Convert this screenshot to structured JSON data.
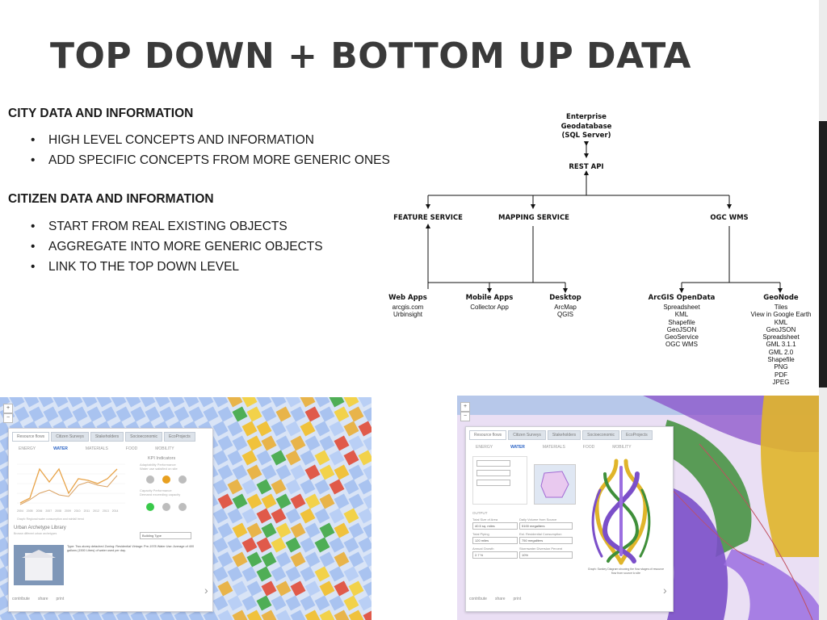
{
  "slide": {
    "title": "TOP DOWN + BOTTOM UP DATA"
  },
  "sections": [
    {
      "heading": "CITY DATA AND INFORMATION",
      "bullets": [
        "HIGH LEVEL CONCEPTS AND INFORMATION",
        "ADD SPECIFIC CONCEPTS FROM MORE GENERIC ONES"
      ]
    },
    {
      "heading": "CITIZEN DATA AND INFORMATION",
      "bullets": [
        "START FROM REAL EXISTING OBJECTS",
        "AGGREGATE INTO MORE GENERIC OBJECTS",
        "LINK TO THE TOP DOWN LEVEL"
      ]
    }
  ],
  "bullet_glyph": "•",
  "diagram": {
    "root": [
      "Enterprise",
      "Geodatabase",
      "(SQL Server)"
    ],
    "api": "REST API",
    "services": {
      "feature": "FEATURE SERVICE",
      "mapping": "MAPPING SERVICE",
      "ogc": "OGC WMS"
    },
    "leaves": {
      "web": {
        "title": "Web Apps",
        "items": [
          "arcgis.com",
          "Urbinsight"
        ]
      },
      "mobile": {
        "title": "Mobile Apps",
        "items": [
          "Collector App"
        ]
      },
      "desktop": {
        "title": "Desktop",
        "items": [
          "ArcMap",
          "QGIS"
        ]
      },
      "opendata": {
        "title": "ArcGIS OpenData",
        "items": [
          "Spreadsheet",
          "KML",
          "Shapefile",
          "GeoJSON",
          "GeoService",
          "OGC WMS"
        ]
      },
      "geonode": {
        "title": "GeoNode",
        "items": [
          "Tiles",
          "View in Google Earth",
          "KML",
          "GeoJSON",
          "Spreadsheet",
          "GML 3.1.1",
          "GML 2.0",
          "Shapefile",
          "PNG",
          "PDF",
          "JPEG"
        ]
      }
    }
  },
  "screenshots": {
    "left": {
      "tabs": [
        "Resource flows",
        "Citizen Surveys",
        "Stakeholders",
        "Socioeconomic",
        "EcoProjects"
      ],
      "subtabs": [
        "ENERGY",
        "WATER",
        "MATERIALS",
        "FOOD",
        "MOBILITY"
      ],
      "active_subtab": "WATER",
      "kpi_title": "KPI Indicators",
      "kpi_line1": "Adaptability Performance",
      "kpi_line2": "Water use satisfied on site",
      "kpi_line3": "Capacity Performance",
      "kpi_line4": "Demand exceeding capacity",
      "chart_years": [
        "2004",
        "2005",
        "2006",
        "2007",
        "2008",
        "2009",
        "2010",
        "2011",
        "2012",
        "2013",
        "2014"
      ],
      "chart_caption": "Graph: Regional water consumption and rainfall trend",
      "library_title": "Urban Archetype Library",
      "library_sub": "Browse different urban archetypes",
      "building_select": "Building Type",
      "detail_text": "Type: Two-storey detached  Zoning: Residential  Vintage: Pre-1978  Water Use: Average of 400 gallons (1500 Litres) of water used per day.",
      "footer": [
        "contribute",
        "share",
        "print"
      ],
      "zoom": [
        "+",
        "−"
      ]
    },
    "right": {
      "tabs": [
        "Resource flows",
        "Citizen Surveys",
        "Stakeholders",
        "Socioeconomic",
        "EcoProjects"
      ],
      "subtabs": [
        "ENERGY",
        "WATER",
        "MATERIALS",
        "FOOD",
        "MOBILITY"
      ],
      "active_subtab": "WATER",
      "output_label": "OUTPUT",
      "fields": [
        {
          "label": "Total Size of Area",
          "value": "40.5 sq. miles"
        },
        {
          "label": "Daily Volume from Source",
          "value": "5100 megaliters"
        },
        {
          "label": "Total Piping",
          "value": "120 miles"
        },
        {
          "label": "Est. Residential Consumption",
          "value": "750 megaliters"
        },
        {
          "label": "Annual Growth",
          "value": "2.7 %"
        },
        {
          "label": "Stormwater Diversion Percent",
          "value": "10%"
        }
      ],
      "sankey_caption": "Graph: Sankey Diagram showing the flow stages of resource flow from source to site",
      "footer": [
        "contribute",
        "share",
        "print"
      ],
      "zoom": [
        "+",
        "−"
      ]
    }
  },
  "colors": {
    "title": "#3a3a3a",
    "map_block": "#a9c3f0",
    "map_road": "#ffffff",
    "accent_orange": "#e8a44a",
    "kpi_orange": "#e8a020",
    "kpi_green": "#39c94a",
    "kpi_gray": "#bdbdbd",
    "sankey_purple": "#7b4fc9",
    "sankey_green": "#3f8f3a",
    "sankey_yellow": "#e0b52a"
  }
}
